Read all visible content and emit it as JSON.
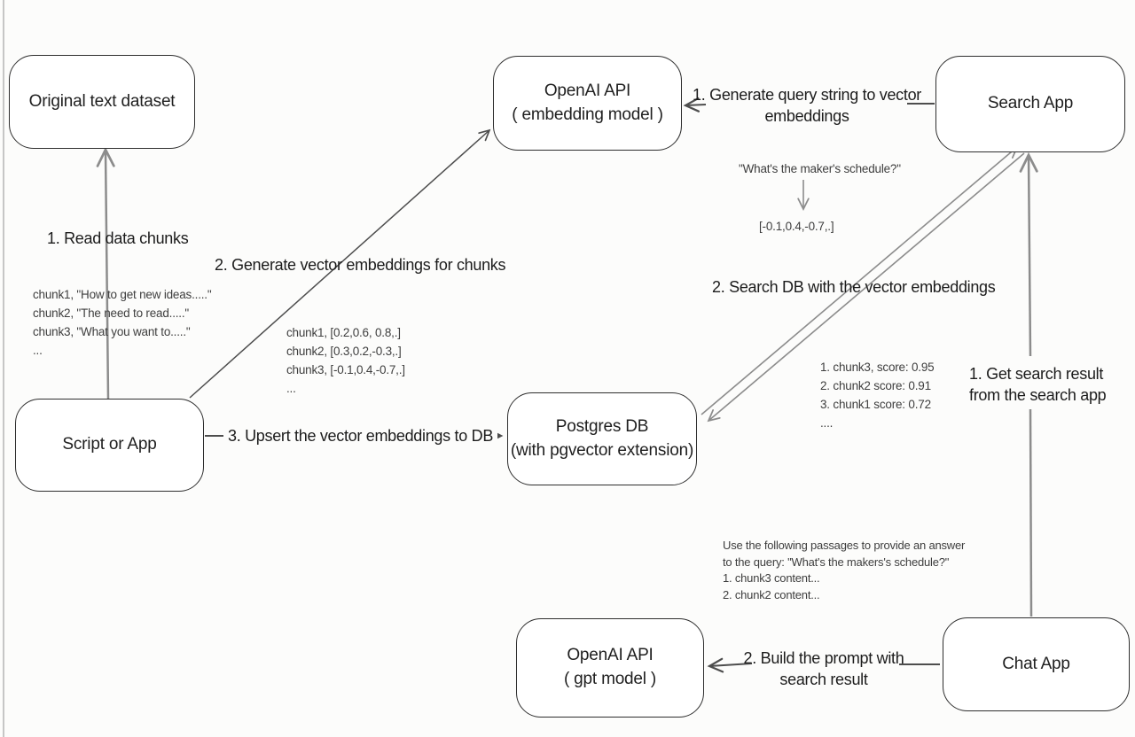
{
  "boxes": {
    "original_dataset": {
      "label": "Original text dataset"
    },
    "openai_embedding": {
      "line1": "OpenAI API",
      "line2": "( embedding model )"
    },
    "search_app": {
      "label": "Search App"
    },
    "script_or_app": {
      "label": "Script or App"
    },
    "postgres_db": {
      "line1": "Postgres DB",
      "line2": "(with pgvector extension)"
    },
    "openai_gpt": {
      "line1": "OpenAI API",
      "line2": "( gpt model )"
    },
    "chat_app": {
      "label": "Chat App"
    }
  },
  "arrow_labels": {
    "read_chunks": "1. Read data chunks",
    "generate_embeddings": "2. Generate vector embeddings for chunks",
    "upsert": "3. Upsert the vector embeddings  to DB",
    "query_to_vector_l1": "1. Generate query string to vector",
    "query_to_vector_l2": "embeddings",
    "search_db": "2. Search DB with the vector embeddings",
    "get_result_l1": "1. Get search result",
    "get_result_l2": "from the search app",
    "build_prompt_l1": "2. Build the prompt with",
    "build_prompt_l2": "search result"
  },
  "annotations": {
    "chunk_texts": [
      "chunk1, \"How to get new ideas.....\"",
      "chunk2, \"The need to read.....\"",
      "chunk3, \"What you want to.....\"",
      "..."
    ],
    "chunk_vectors": [
      "chunk1, [0.2,0.6, 0.8,.]",
      "chunk2, [0.3,0.2,-0.3,.]",
      "chunk3, [-0.1,0.4,-0.7,.]",
      "..."
    ],
    "query_string": "\"What's the maker's schedule?\"",
    "query_vector": "[-0.1,0.4,-0.7,.]",
    "search_scores": [
      "1. chunk3, score: 0.95",
      "2. chunk2 score: 0.91",
      "3. chunk1 score: 0.72",
      "...."
    ],
    "prompt_lines": [
      "Use the following passages to provide an answer",
      "to the query: \"What's the makers's schedule?\"",
      "1. chunk3 content...",
      "2. chunk2 content..."
    ]
  },
  "colors": {
    "arrow_gray": "#8c8c8c",
    "arrow_dark": "#4d4d4d",
    "box_border": "#2e2e2e",
    "background": "#fcfcfb"
  }
}
